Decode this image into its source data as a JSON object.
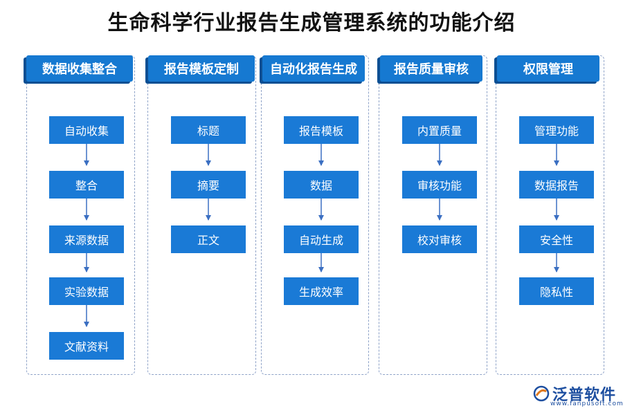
{
  "title": "生命科学行业报告生成管理系统的功能介绍",
  "columns": [
    {
      "header": "数据收集整合",
      "items": [
        "自动收集",
        "整合",
        "来源数据",
        "实验数据",
        "文献资料"
      ]
    },
    {
      "header": "报告模板定制",
      "items": [
        "标题",
        "摘要",
        "正文"
      ]
    },
    {
      "header": "自动化报告生成",
      "items": [
        "报告模板",
        "数据",
        "自动生成",
        "生成效率"
      ]
    },
    {
      "header": "报告质量审核",
      "items": [
        "内置质量",
        "审核功能",
        "校对审核"
      ]
    },
    {
      "header": "权限管理",
      "items": [
        "管理功能",
        "数据报告",
        "安全性",
        "隐私性"
      ]
    }
  ],
  "logo": {
    "name": "泛普软件",
    "url": "www.fanpusoft.com",
    "icon": "fanpu-logo-icon"
  },
  "colors": {
    "header": "#1679d1",
    "node": "#1a7ad6",
    "arrow": "#3b6fc2",
    "border": "#8fa3c8"
  }
}
